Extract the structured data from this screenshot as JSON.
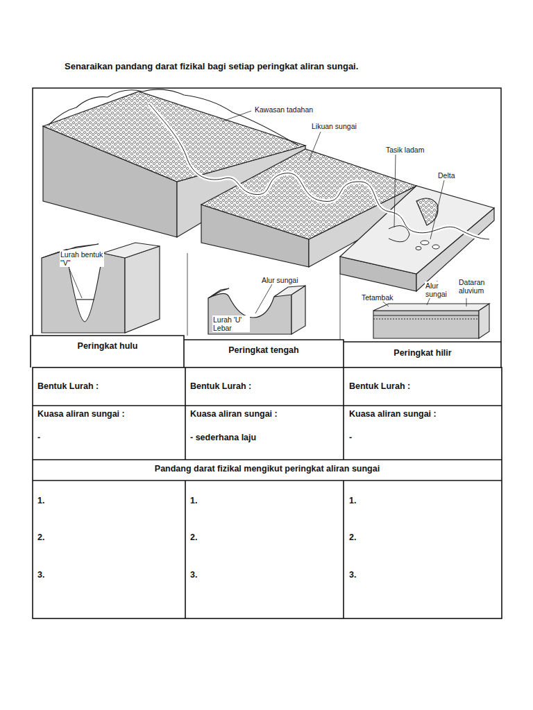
{
  "diagram": {
    "title": "Senaraikan pandang darat fizikal bagi setiap peringkat aliran sungai.",
    "labels": [
      "Kawasan tadahan",
      "Likuan sungai",
      "Tasik ladam",
      "Delta",
      "Lurah bentuk \"V\"",
      "Alur sungai",
      "Lurah 'U' Lebar",
      "Tetambak",
      "Alur sungai",
      "Dataran aluvium",
      "Peringkat hulu",
      "Peringkat tengah",
      "Peringkat hilir",
      "Bentuk Lurah :",
      "Bentuk Lurah :",
      "Bentuk Lurah :",
      "Kuasa aliran sungai :",
      "Kuasa aliran sungai :",
      "Kuasa aliran sungai :",
      "-",
      "- sederhana laju",
      "-",
      "Pandang darat fizikal mengikut peringkat aliran sungai",
      "1.",
      "2.",
      "3.",
      "1.",
      "2.",
      "3.",
      "1.",
      "2.",
      "3."
    ]
  }
}
